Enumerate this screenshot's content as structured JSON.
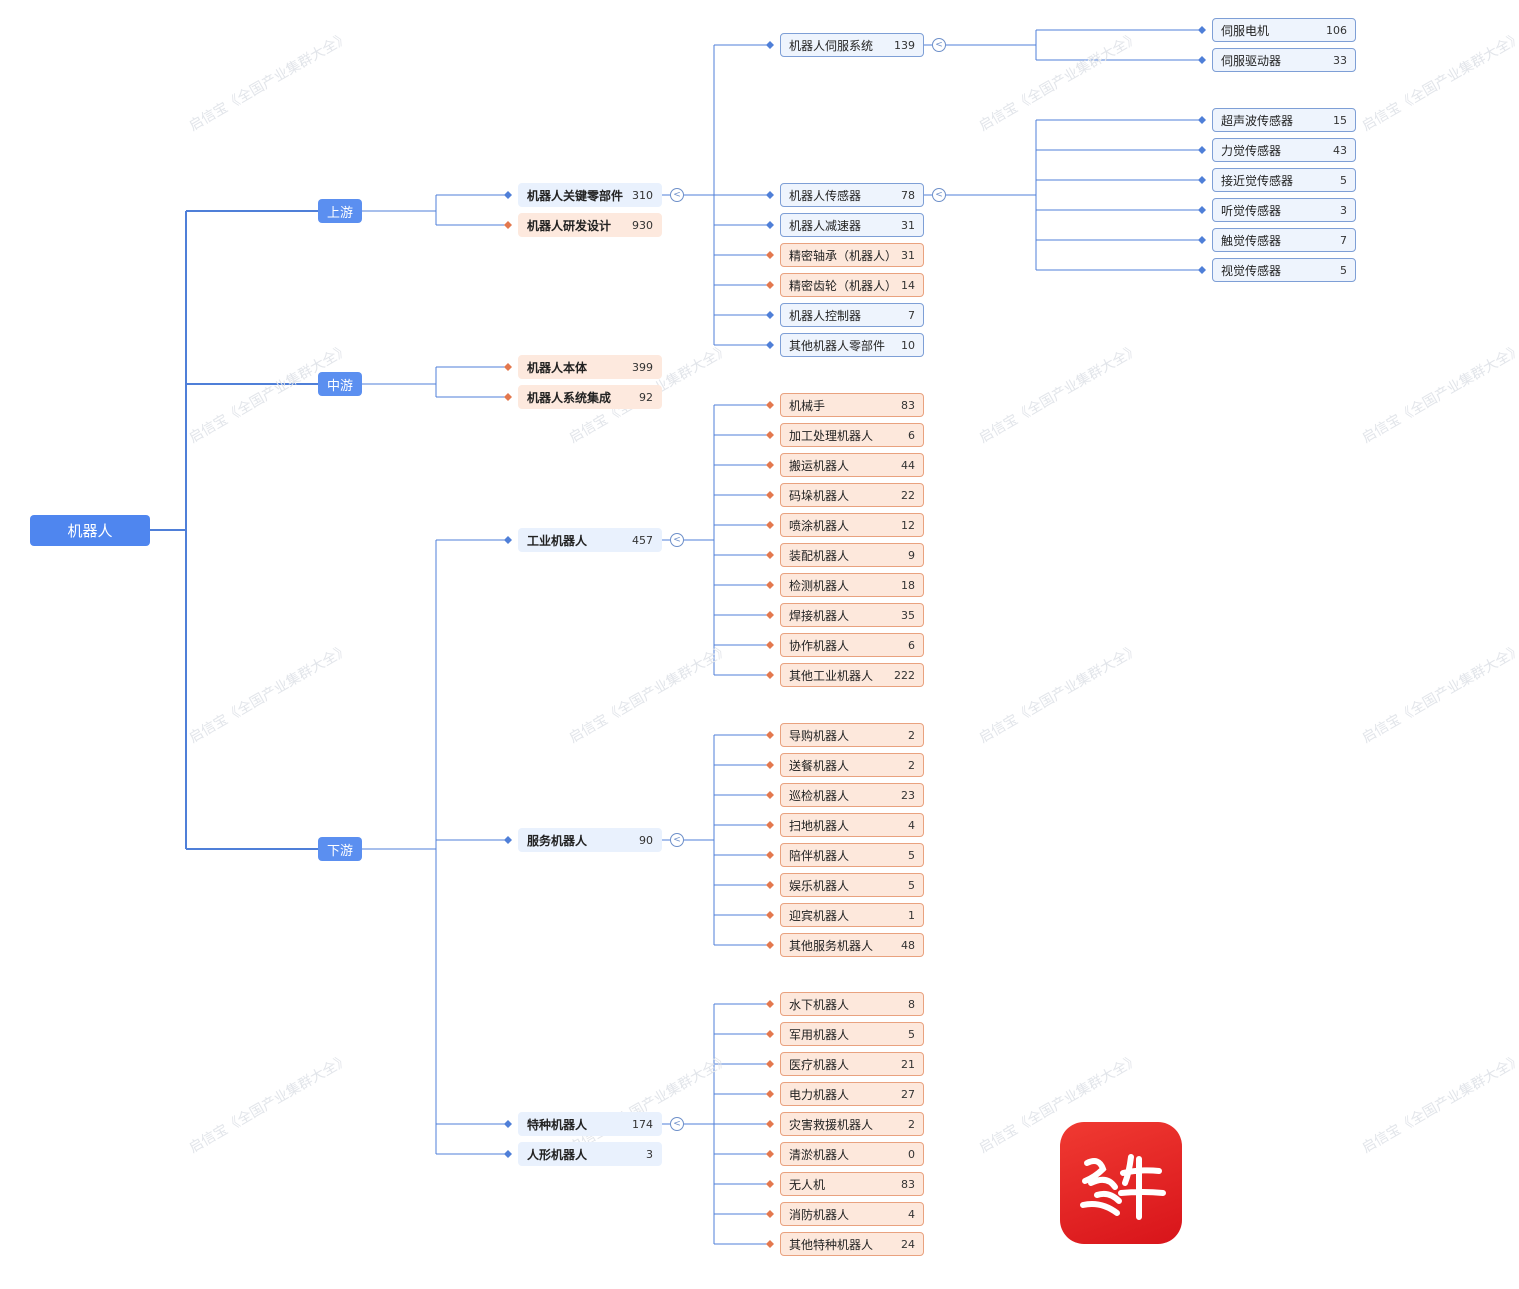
{
  "watermark": "启信宝《全国产业集群大全》",
  "logo_name": "紫牛",
  "root": "机器人",
  "stages": [
    {
      "label": "上游"
    },
    {
      "label": "中游"
    },
    {
      "label": "下游"
    }
  ],
  "upstream": [
    {
      "label": "机器人关键零部件",
      "count": "310"
    },
    {
      "label": "机器人研发设计",
      "count": "930"
    }
  ],
  "midstream": [
    {
      "label": "机器人本体",
      "count": "399"
    },
    {
      "label": "机器人系统集成",
      "count": "92"
    }
  ],
  "downstream": [
    {
      "label": "工业机器人",
      "count": "457"
    },
    {
      "label": "服务机器人",
      "count": "90"
    },
    {
      "label": "特种机器人",
      "count": "174"
    },
    {
      "label": "人形机器人",
      "count": "3"
    }
  ],
  "key_parts": [
    {
      "label": "机器人伺服系统",
      "count": "139"
    },
    {
      "label": "机器人传感器",
      "count": "78"
    },
    {
      "label": "机器人减速器",
      "count": "31"
    },
    {
      "label": "精密轴承（机器人）",
      "count": "31"
    },
    {
      "label": "精密齿轮（机器人）",
      "count": "14"
    },
    {
      "label": "机器人控制器",
      "count": "7"
    },
    {
      "label": "其他机器人零部件",
      "count": "10"
    }
  ],
  "servo": [
    {
      "label": "伺服电机",
      "count": "106"
    },
    {
      "label": "伺服驱动器",
      "count": "33"
    }
  ],
  "sensors": [
    {
      "label": "超声波传感器",
      "count": "15"
    },
    {
      "label": "力觉传感器",
      "count": "43"
    },
    {
      "label": "接近觉传感器",
      "count": "5"
    },
    {
      "label": "听觉传感器",
      "count": "3"
    },
    {
      "label": "触觉传感器",
      "count": "7"
    },
    {
      "label": "视觉传感器",
      "count": "5"
    }
  ],
  "industrial": [
    {
      "label": "机械手",
      "count": "83"
    },
    {
      "label": "加工处理机器人",
      "count": "6"
    },
    {
      "label": "搬运机器人",
      "count": "44"
    },
    {
      "label": "码垛机器人",
      "count": "22"
    },
    {
      "label": "喷涂机器人",
      "count": "12"
    },
    {
      "label": "装配机器人",
      "count": "9"
    },
    {
      "label": "检测机器人",
      "count": "18"
    },
    {
      "label": "焊接机器人",
      "count": "35"
    },
    {
      "label": "协作机器人",
      "count": "6"
    },
    {
      "label": "其他工业机器人",
      "count": "222"
    }
  ],
  "service": [
    {
      "label": "导购机器人",
      "count": "2"
    },
    {
      "label": "送餐机器人",
      "count": "2"
    },
    {
      "label": "巡检机器人",
      "count": "23"
    },
    {
      "label": "扫地机器人",
      "count": "4"
    },
    {
      "label": "陪伴机器人",
      "count": "5"
    },
    {
      "label": "娱乐机器人",
      "count": "5"
    },
    {
      "label": "迎宾机器人",
      "count": "1"
    },
    {
      "label": "其他服务机器人",
      "count": "48"
    }
  ],
  "special": [
    {
      "label": "水下机器人",
      "count": "8"
    },
    {
      "label": "军用机器人",
      "count": "5"
    },
    {
      "label": "医疗机器人",
      "count": "21"
    },
    {
      "label": "电力机器人",
      "count": "27"
    },
    {
      "label": "灾害救援机器人",
      "count": "2"
    },
    {
      "label": "清淤机器人",
      "count": "0"
    },
    {
      "label": "无人机",
      "count": "83"
    },
    {
      "label": "消防机器人",
      "count": "4"
    },
    {
      "label": "其他特种机器人",
      "count": "24"
    }
  ],
  "colors": {
    "blue_line": "#4f7fd8",
    "orange_marker": "#e3784e",
    "blue_marker": "#4f7fd8"
  }
}
